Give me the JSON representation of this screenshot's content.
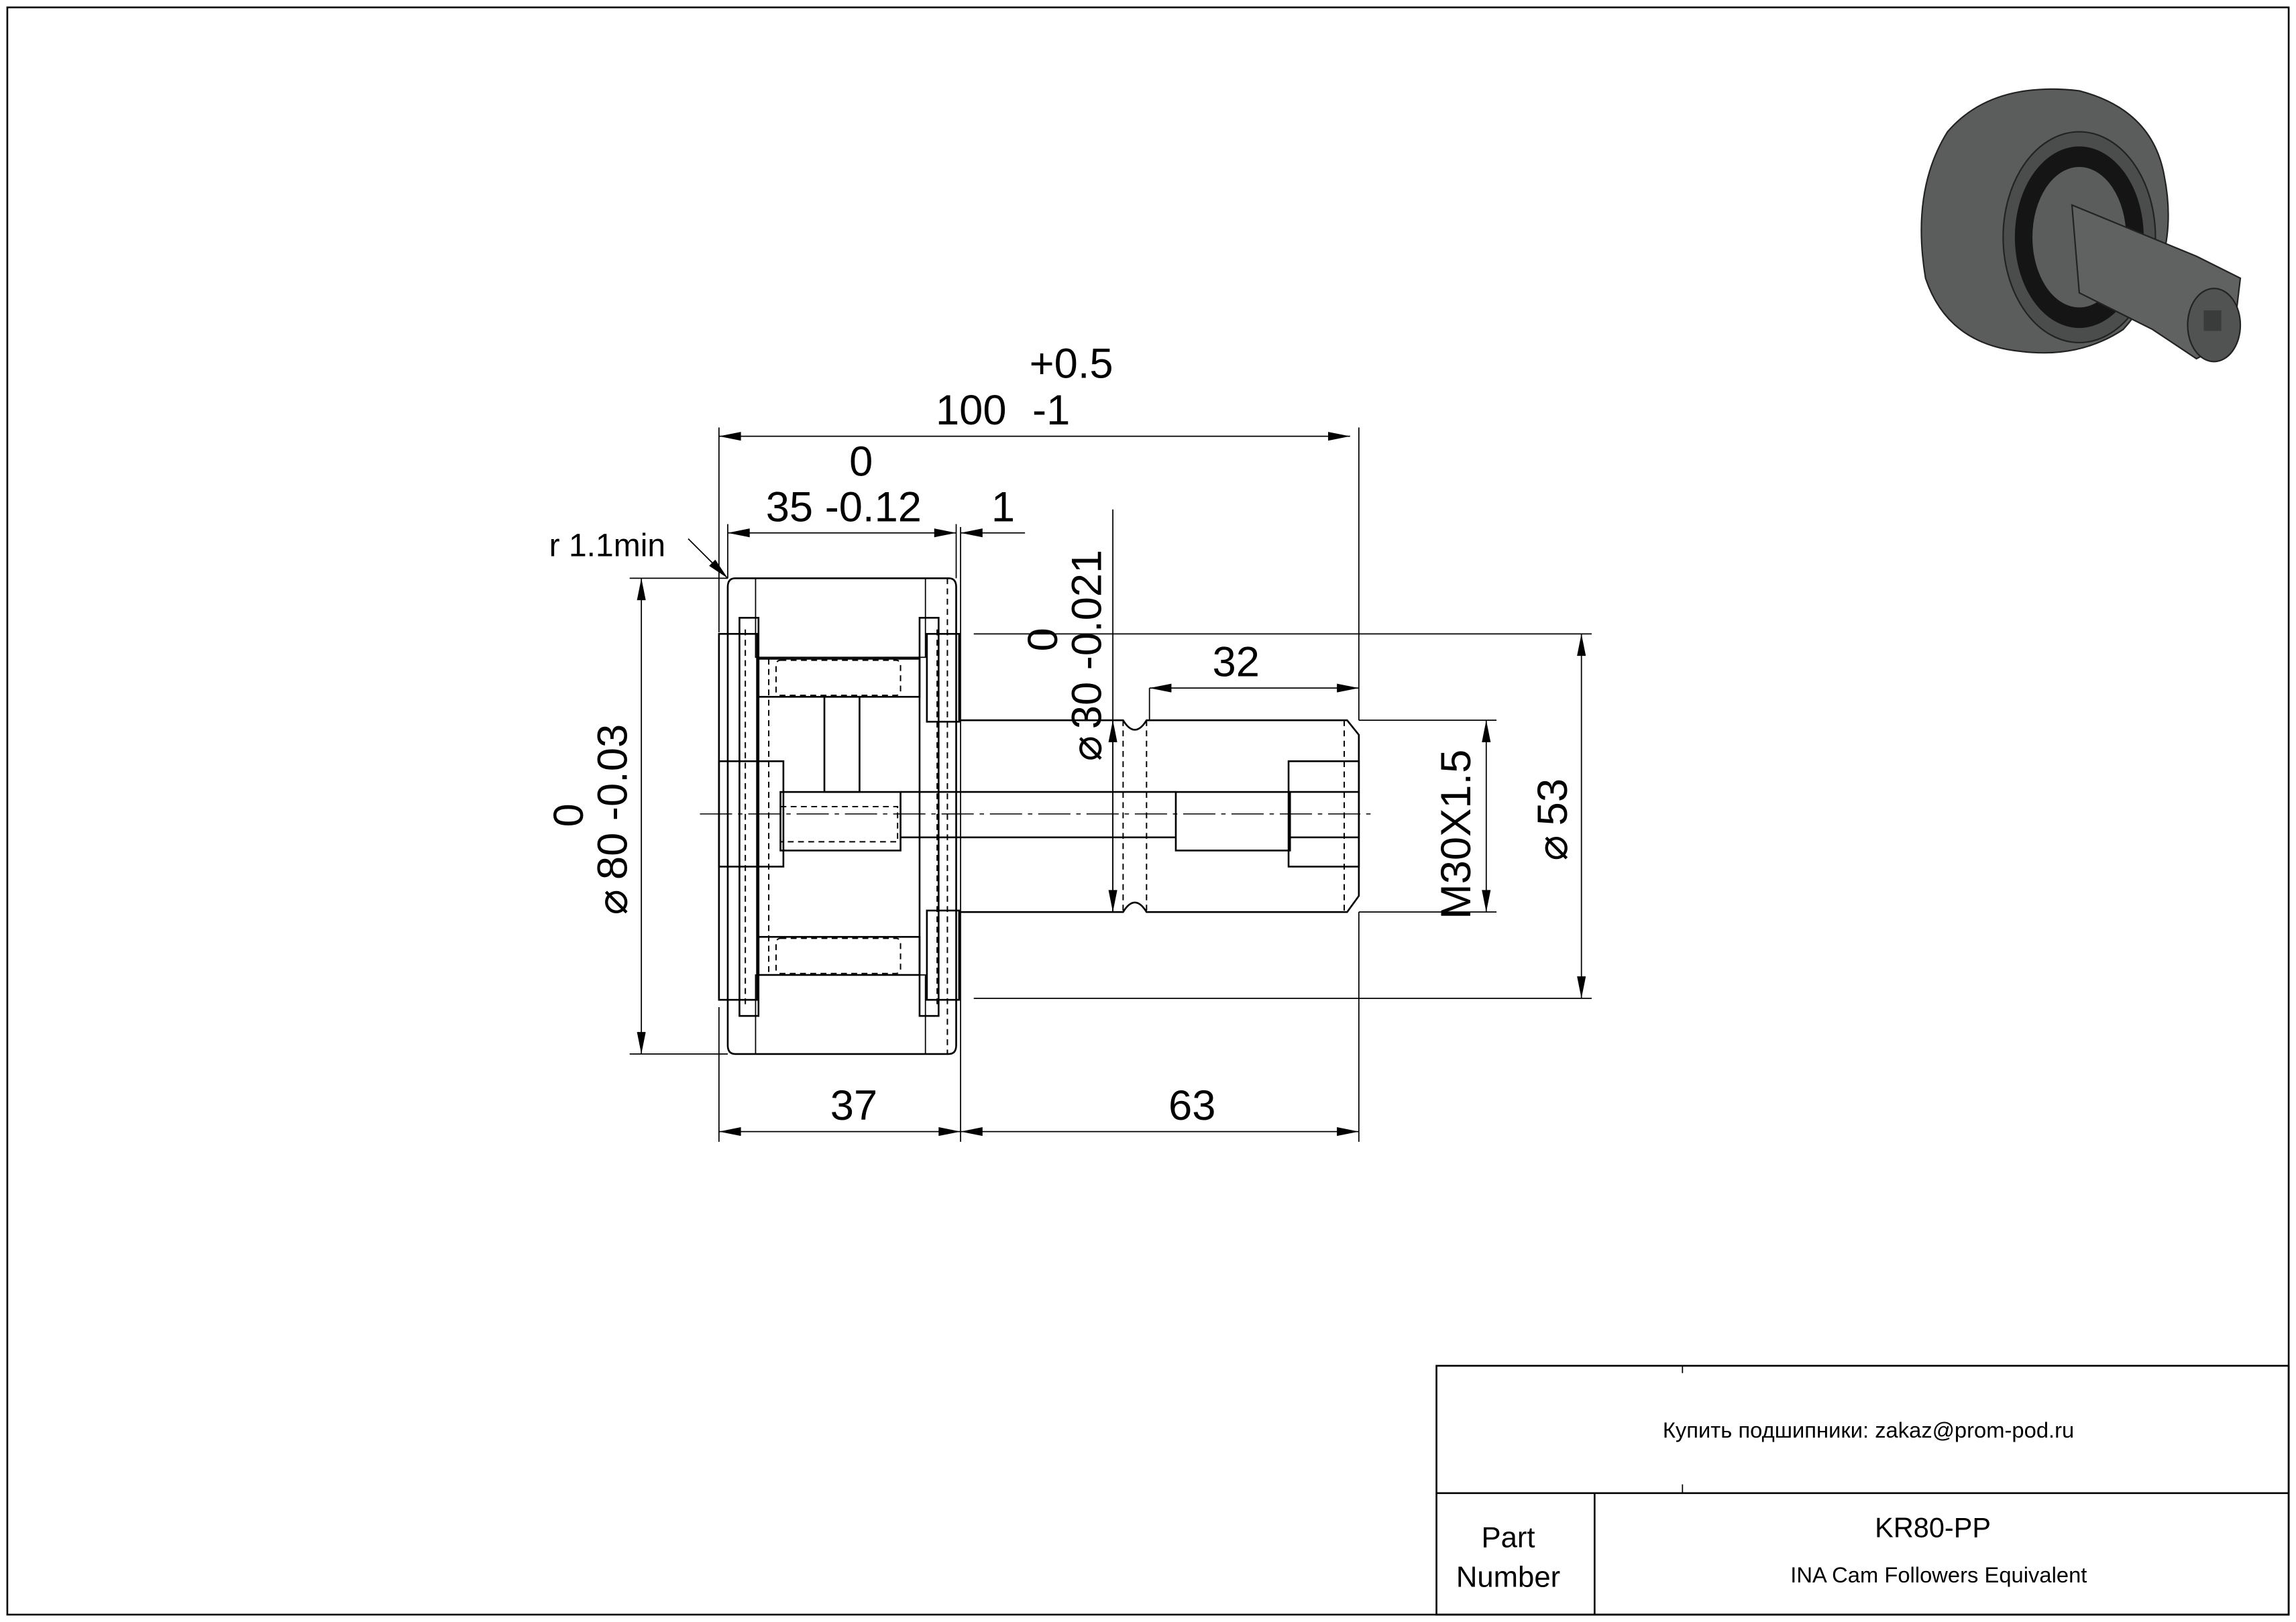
{
  "drawing": {
    "dimensions": {
      "overall_length": "100",
      "overall_length_tol_upper": "+0.5",
      "overall_length_tol_lower": "-1",
      "width_outer_ring": "35 -0.12",
      "width_outer_ring_tol_upper": "0",
      "flange_offset": "1",
      "radius_note": "r 1.1min",
      "outer_diameter": "80 -0.03",
      "outer_diameter_tol_upper": "0",
      "stud_diameter": "30 -0.021",
      "stud_diameter_tol_upper": "0",
      "thread_length": "32",
      "thread": "M30X1.5",
      "flange_diameter": "53",
      "head_width": "37",
      "stud_length": "63",
      "diameter_symbol": "⌀"
    }
  },
  "title_block": {
    "contact": "Купить подшипники: zakaz@prom-pod.ru",
    "part_label_line1": "Part",
    "part_label_line2": "Number",
    "part_number": "KR80-PP",
    "description": "INA Cam Followers Equivalent"
  },
  "colors": {
    "line": "#000000",
    "model_body": "#5a5d5c",
    "model_seal": "#1a1a1a"
  }
}
